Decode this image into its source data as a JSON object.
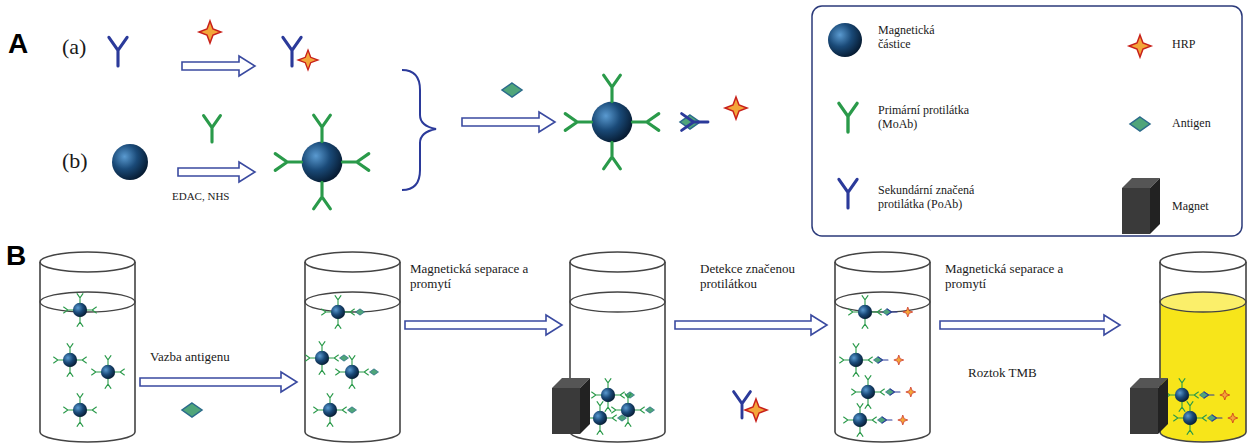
{
  "diagram": {
    "labels": [
      "A",
      "(a)",
      "(b)",
      "EDAC, NHS",
      "B",
      "Vazba antigenu",
      "Magnetická separace a promytí",
      "Detekce značenou protilátkou",
      "Magnetická separace a promytí",
      "Roztok TMB"
    ],
    "legend": [
      {
        "text": "Magnetická částice"
      },
      {
        "text": "HRP"
      },
      {
        "text": "Primární protilátka (MoAb)"
      },
      {
        "text": "Antigen"
      },
      {
        "text": "Sekundární značená protilátka (PoAb)"
      },
      {
        "text": "Magnet"
      }
    ]
  }
}
